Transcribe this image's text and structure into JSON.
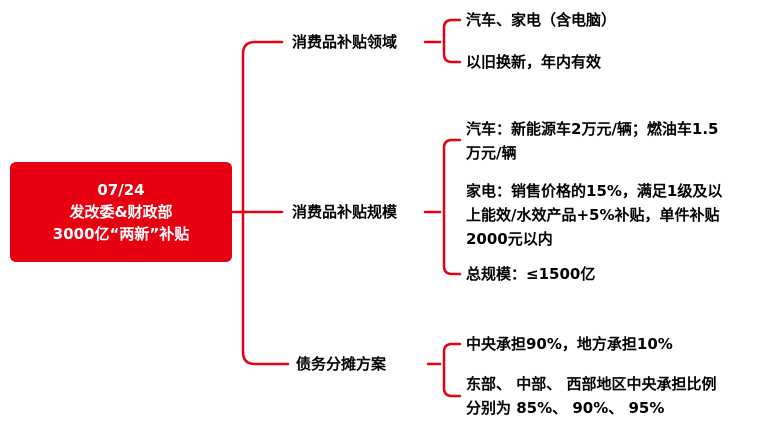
{
  "colors": {
    "accent": "#e60012",
    "text": "#000000",
    "background": "#ffffff"
  },
  "root": {
    "line1": "07/24",
    "line2": "发改委&财政部",
    "line3": "3000亿“两新”补贴"
  },
  "branches": [
    {
      "label": "消费品补贴领域",
      "items": [
        {
          "lines": [
            "汽车、家电（含电脑）"
          ]
        },
        {
          "lines": [
            "以旧换新，年内有效"
          ]
        }
      ]
    },
    {
      "label": "消费品补贴规模",
      "items": [
        {
          "lines": [
            "汽车：新能源车2万元/辆；燃油车1.5",
            "万元/辆"
          ]
        },
        {
          "lines": [
            "家电：销售价格的15%，满足1级及以",
            "上能效/水效产品+5%补贴，单件补贴",
            "2000元以内"
          ]
        },
        {
          "lines": [
            "总规模：≤1500亿"
          ]
        }
      ]
    },
    {
      "label": "债务分摊方案",
      "items": [
        {
          "lines": [
            "中央承担90%，地方承担10%"
          ]
        },
        {
          "lines": [
            "东部、 中部、 西部地区中央承担比例",
            "分别为 85%、 90%、 95%"
          ]
        }
      ]
    }
  ]
}
